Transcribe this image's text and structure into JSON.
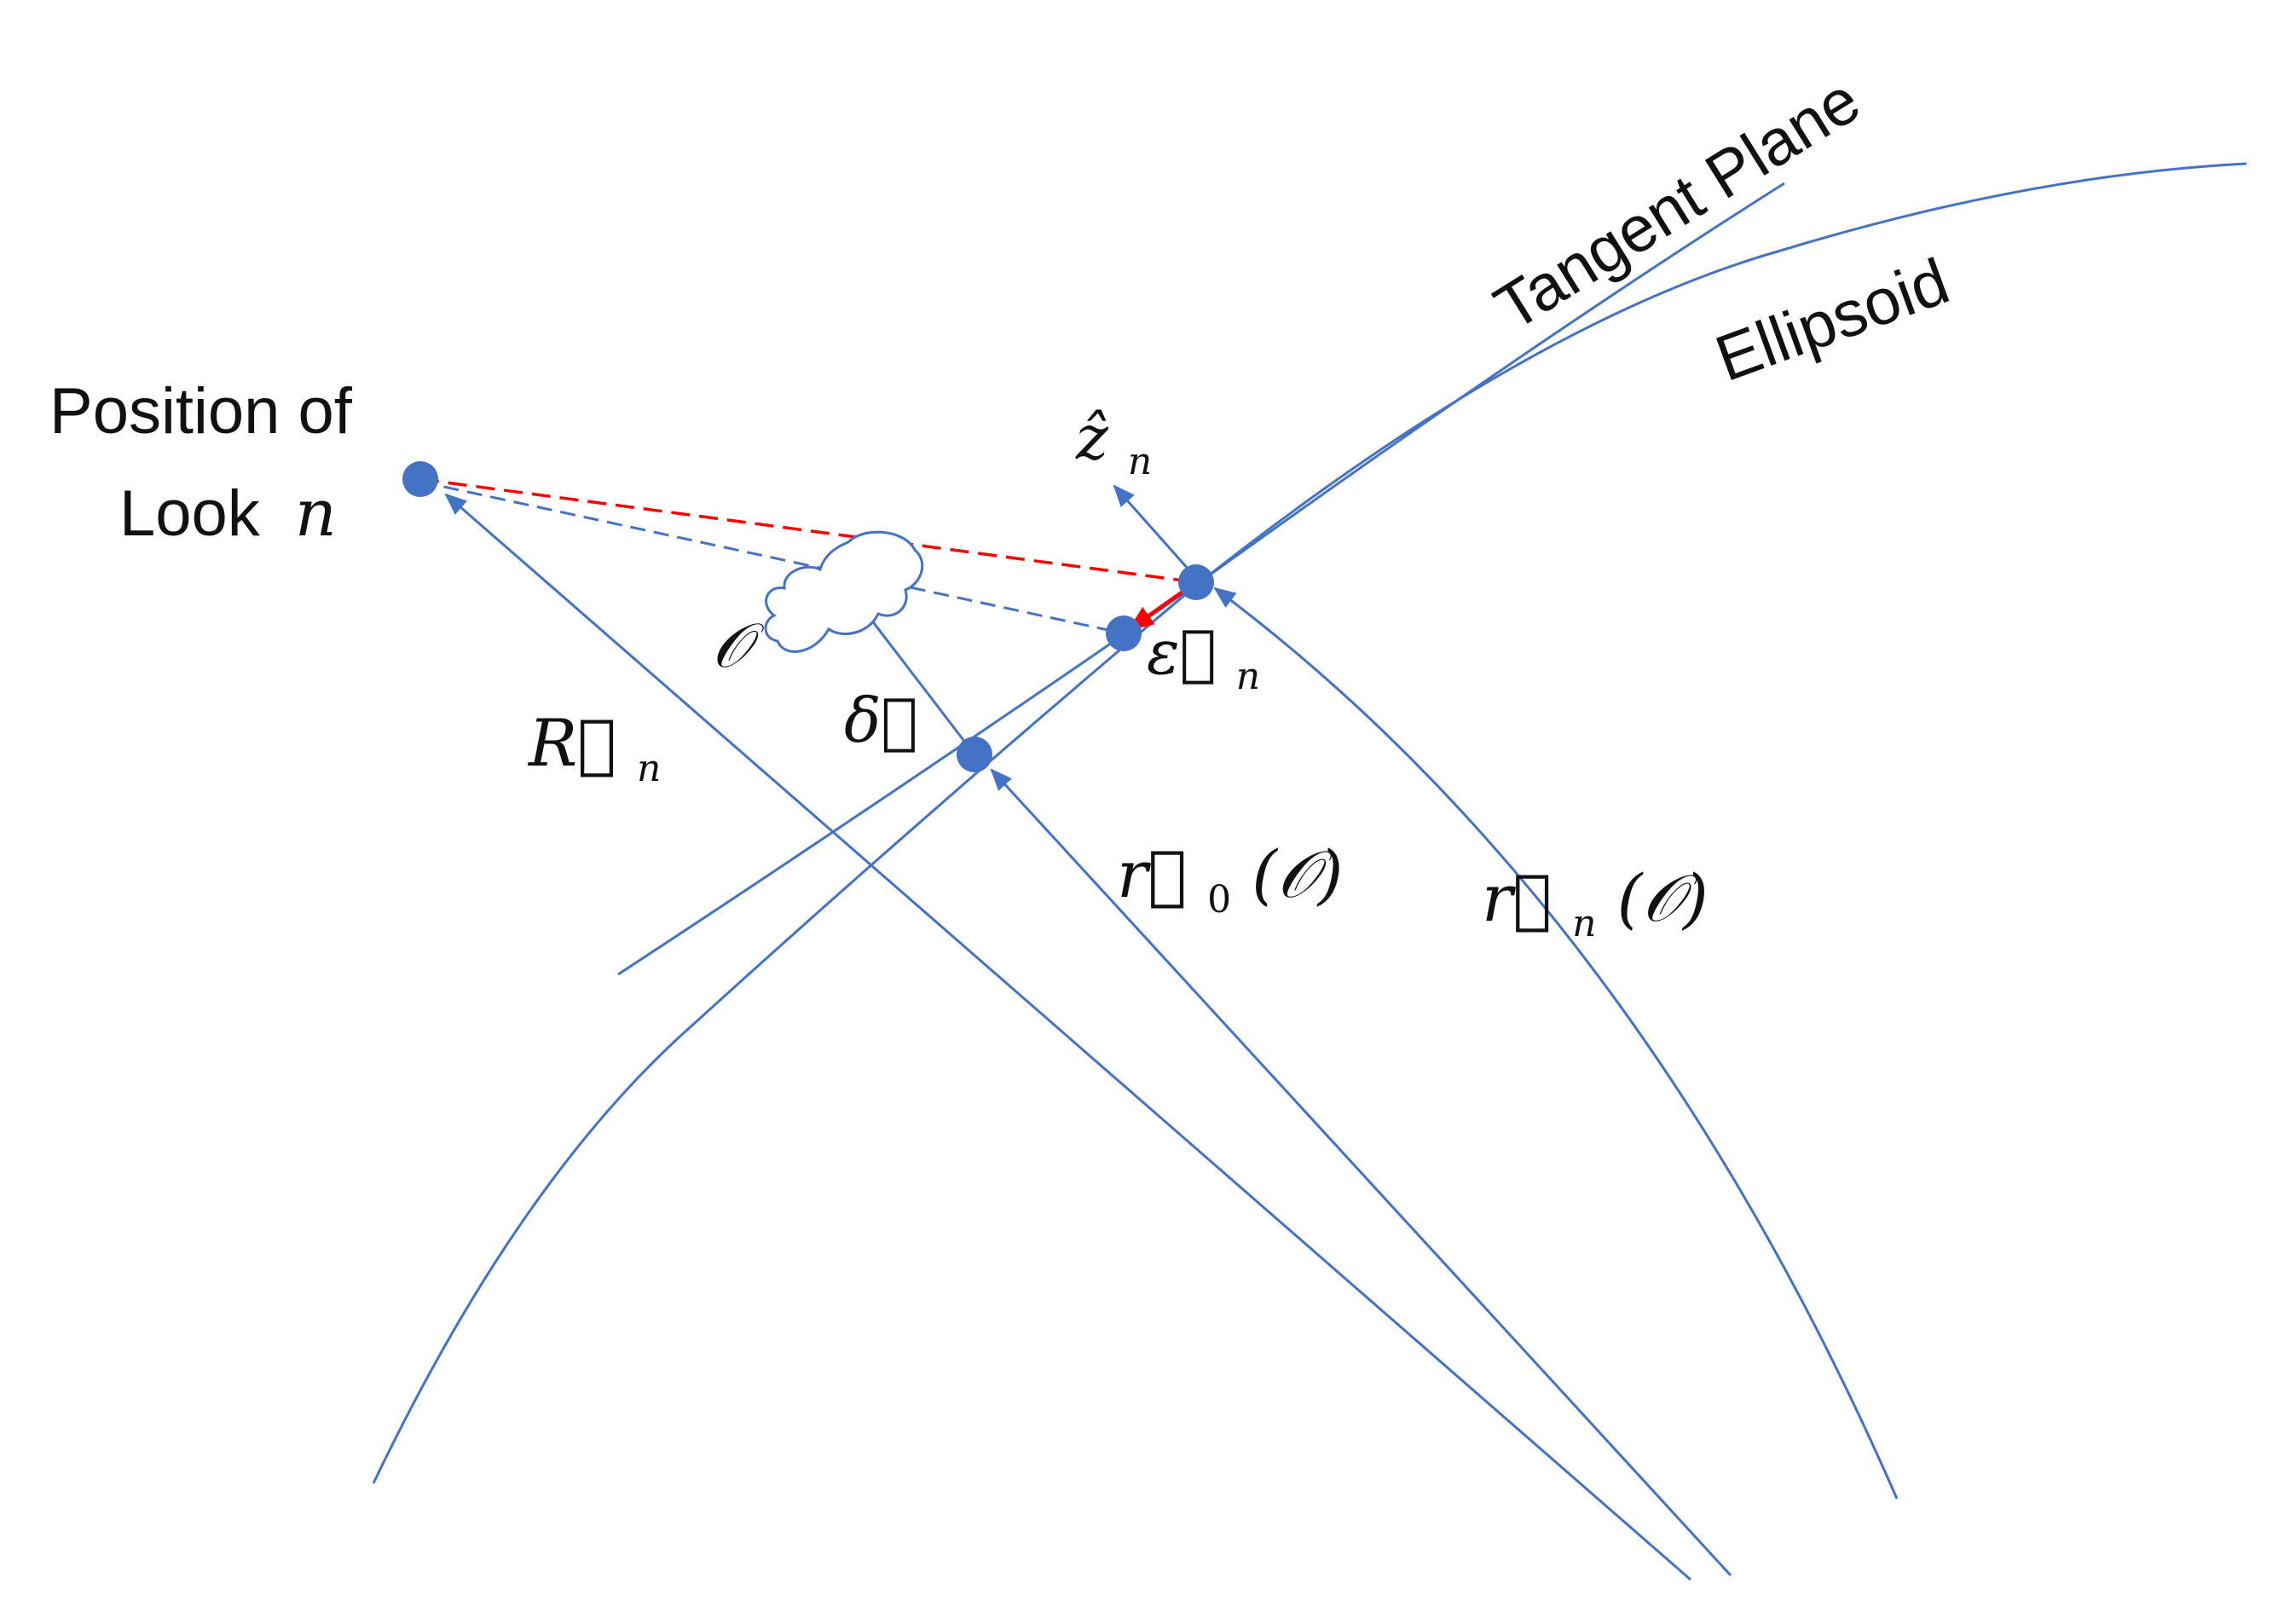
{
  "colors": {
    "line": "#4472C4",
    "point": "#4472C4",
    "red": "#FF0000",
    "text": "#111111",
    "background": "#FFFFFF"
  },
  "labels": {
    "tangent_plane": "Tangent Plane",
    "ellipsoid": "Ellipsoid",
    "position_line1": "Position of",
    "position_line2": "Look",
    "position_n": "n",
    "z_main": "ẑ",
    "z_sub": "n",
    "epsilon_main": "ε⃗",
    "epsilon_sub": "n",
    "object_symbol": "𝒪",
    "delta": "δ⃗",
    "R_main": "R⃗",
    "R_sub": "n",
    "r0_main": "r⃗",
    "r0_sub": "0",
    "r0_arg": "(𝒪)",
    "rn_main": "r⃗",
    "rn_sub": "n",
    "rn_arg": "(𝒪)"
  }
}
